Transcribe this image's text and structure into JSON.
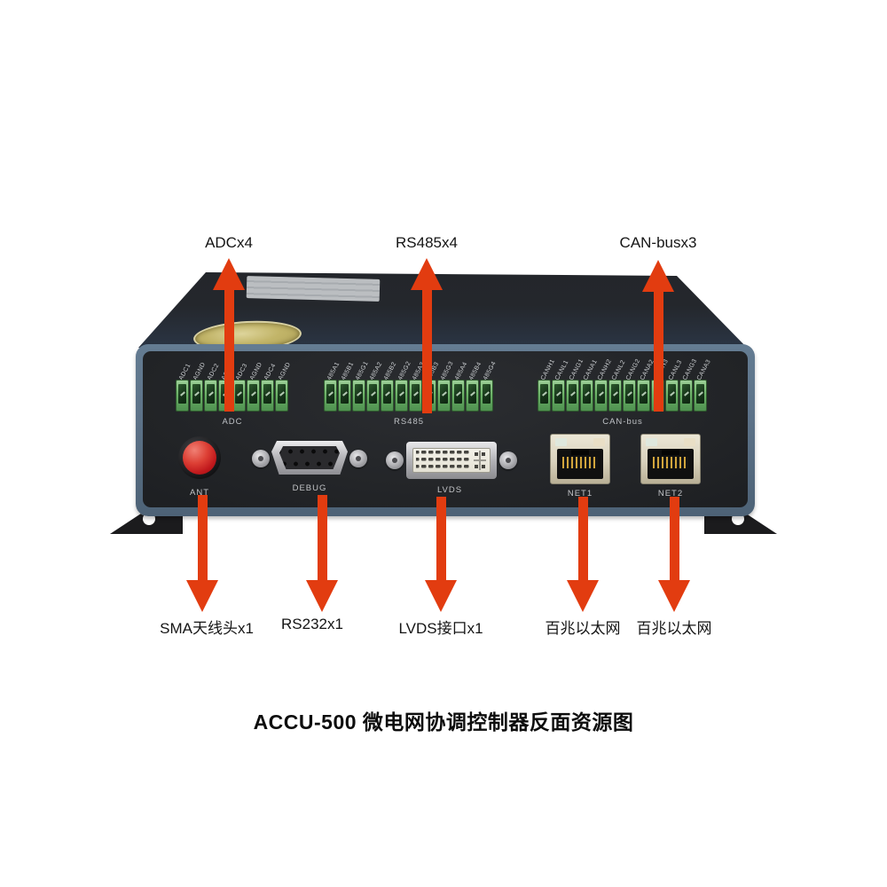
{
  "caption": "ACCU-500 微电网协调控制器反面资源图",
  "top_annotations": [
    {
      "label": "ADCx4"
    },
    {
      "label": "RS485x4"
    },
    {
      "label": "CAN-busx3"
    }
  ],
  "bottom_annotations": [
    {
      "label": "SMA天线头x1"
    },
    {
      "label": "RS232x1"
    },
    {
      "label": "LVDS接口x1"
    },
    {
      "label": "百兆以太网"
    },
    {
      "label": "百兆以太网"
    }
  ],
  "device": {
    "terminal_groups": [
      {
        "name": "ADC",
        "pins": [
          "ADC1",
          "AGND",
          "ADC2",
          "AGND",
          "ADC3",
          "AGND",
          "ADC4",
          "AGND"
        ]
      },
      {
        "name": "RS485",
        "pins": [
          "485A1",
          "485B1",
          "485G1",
          "485A2",
          "485B2",
          "485G2",
          "485A3",
          "485B3",
          "485G3",
          "485A4",
          "485B4",
          "485G4"
        ]
      },
      {
        "name": "CAN-bus",
        "pins": [
          "CANH1",
          "CANL1",
          "CANG1",
          "CANA1",
          "CANH2",
          "CANL2",
          "CANG2",
          "CANA2",
          "CANH3",
          "CANL3",
          "CANG3",
          "CANA3"
        ]
      }
    ],
    "connectors": [
      {
        "label": "ANT"
      },
      {
        "label": "DEBUG"
      },
      {
        "label": "LVDS"
      },
      {
        "label": "NET1"
      },
      {
        "label": "NET2"
      }
    ]
  },
  "colors": {
    "arrow_red": "#e23c10",
    "frame_blue": "#5d7389",
    "terminal_green": "#6cb268",
    "ant_red": "#c0181c",
    "rj45_beige": "#d8d1bc"
  }
}
